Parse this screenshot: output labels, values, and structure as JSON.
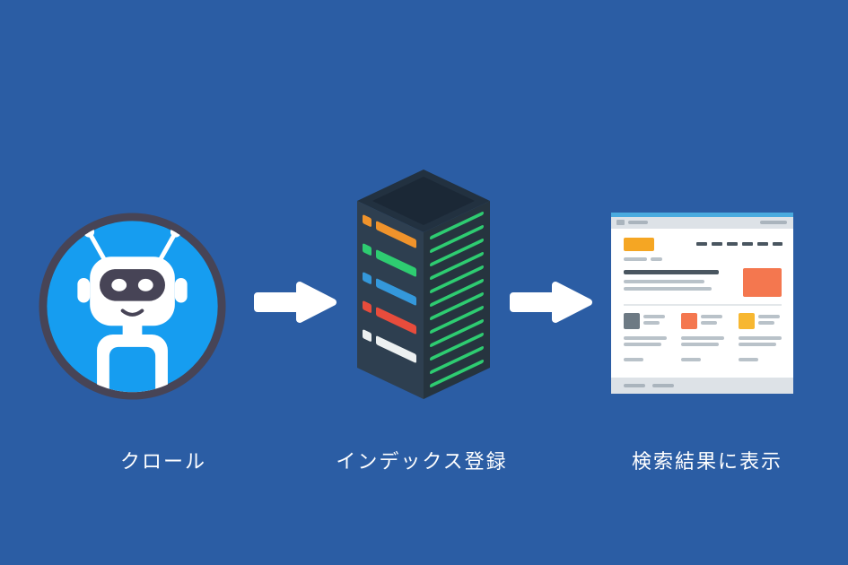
{
  "steps": [
    {
      "id": "crawl",
      "label": "クロール",
      "icon": "robot-crawler-icon"
    },
    {
      "id": "index",
      "label": "インデックス登録",
      "icon": "server-index-icon"
    },
    {
      "id": "serp",
      "label": "検索結果に表示",
      "icon": "browser-results-icon"
    }
  ],
  "icons": [
    "robot-crawler-icon",
    "arrow-right-icon",
    "server-index-icon",
    "arrow-right-icon",
    "browser-results-icon"
  ],
  "colors": {
    "background": "#2b5da4",
    "label_text": "#ffffff",
    "arrow": "#ffffff",
    "robot_circle": "#169df0",
    "robot_border": "#474456",
    "robot_white": "#ffffff",
    "robot_visor": "#474456",
    "server_top": "#223140",
    "server_top_inner": "#1b2836",
    "server_front": "#2e3f50",
    "server_side": "#26343f",
    "server_bar_1": "#f0932b",
    "server_bar_2": "#2ecc71",
    "server_bar_3": "#3498db",
    "server_bar_4": "#e74c3c",
    "server_bar_5": "#ecf0f1",
    "server_stripe": "#2ecc71",
    "browser_top": "#4aabdf",
    "browser_toolbar": "#dde2e7",
    "browser_bg": "#ffffff",
    "browser_orange": "#f5a623",
    "browser_red": "#f4774f",
    "browser_yellow": "#f7b731",
    "browser_gray_square": "#6d7a84",
    "browser_dark_line": "#4a5660",
    "browser_light_line": "#b9c2c9"
  }
}
